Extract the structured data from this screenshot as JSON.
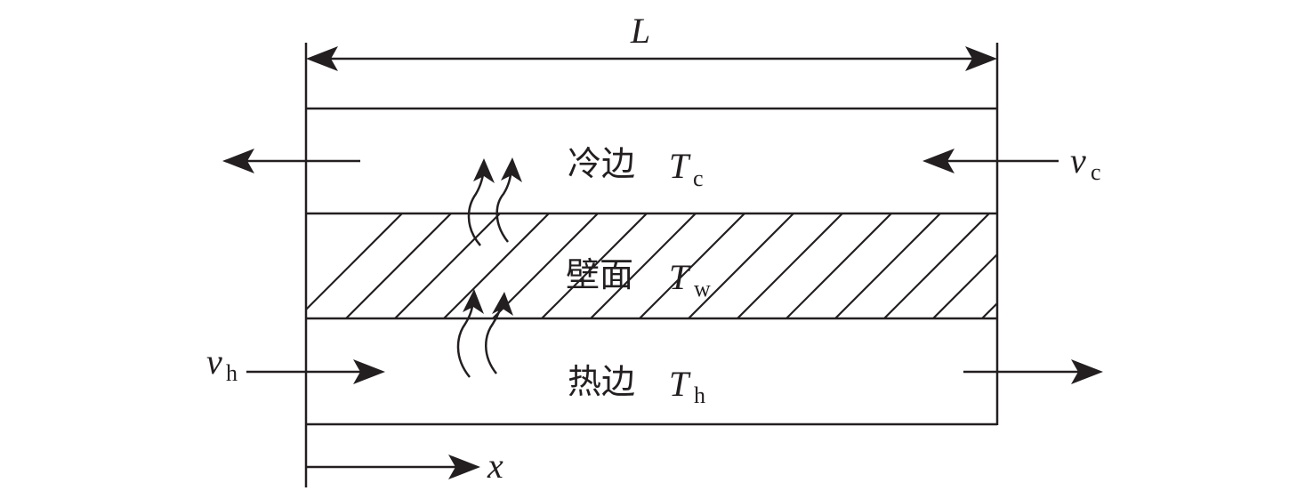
{
  "length_label": "L",
  "cold_side": {
    "name": "冷边",
    "symbol": "T",
    "subscript": "c"
  },
  "wall": {
    "name": "壁面",
    "symbol": "T",
    "subscript": "w"
  },
  "hot_side": {
    "name": "热边",
    "symbol": "T",
    "subscript": "h"
  },
  "cold_velocity": {
    "symbol": "v",
    "subscript": "c"
  },
  "hot_velocity": {
    "symbol": "v",
    "subscript": "h"
  },
  "axis_label": "x",
  "colors": {
    "line": "#231f20",
    "background": "#ffffff"
  }
}
